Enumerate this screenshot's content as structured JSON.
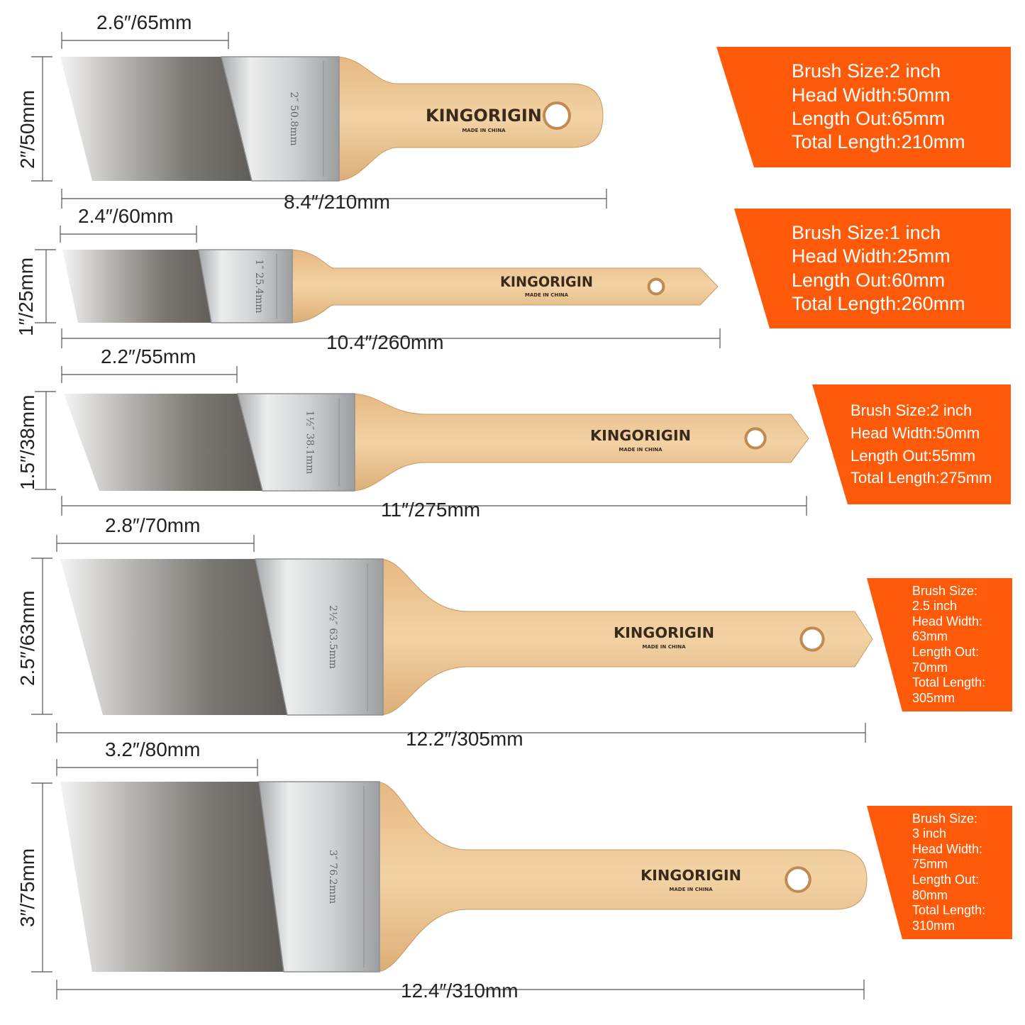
{
  "brand": {
    "logo_text": "KINGORIGIN",
    "made_in": "MADE IN CHINA"
  },
  "colors": {
    "panel": "#ff5a0a",
    "wood": "#ecc592",
    "ferrule": "#d4d6d8",
    "bristle_dark": "#6e6a66",
    "bristle_light": "#f2f2f2"
  },
  "brushes": [
    {
      "head_dim": "2.6″/65mm",
      "width_dim": "2″/50mm",
      "total_dim": "8.4″/210mm",
      "ferrule_text": "2″ 50.8mm",
      "specs": [
        "Brush Size:2 inch",
        "Head Width:50mm",
        "Length Out:65mm",
        "Total Length:210mm"
      ]
    },
    {
      "head_dim": "2.4″/60mm",
      "width_dim": "1″/25mm",
      "total_dim": "10.4″/260mm",
      "ferrule_text": "1″ 25.4mm",
      "specs": [
        "Brush Size:1 inch",
        "Head Width:25mm",
        "Length Out:60mm",
        "Total Length:260mm"
      ]
    },
    {
      "head_dim": "2.2″/55mm",
      "width_dim": "1.5″/38mm",
      "total_dim": "11″/275mm",
      "ferrule_text": "1½″ 38.1mm",
      "specs": [
        "Brush Size:2 inch",
        "Head Width:50mm",
        "Length Out:55mm",
        "Total Length:275mm"
      ]
    },
    {
      "head_dim": "2.8″/70mm",
      "width_dim": "2.5″/63mm",
      "total_dim": "12.2″/305mm",
      "ferrule_text": "2½″ 63.5mm",
      "specs": [
        "Brush Size:",
        "2.5 inch",
        "Head Width:",
        "63mm",
        "Length Out:",
        "70mm",
        "Total Length:",
        "305mm"
      ]
    },
    {
      "head_dim": "3.2″/80mm",
      "width_dim": "3″/75mm",
      "total_dim": "12.4″/310mm",
      "ferrule_text": "3″ 76.2mm",
      "specs": [
        "Brush Size:",
        "3 inch",
        "Head Width:",
        "75mm",
        "Length Out:",
        "80mm",
        "Total Length:",
        "310mm"
      ]
    }
  ]
}
